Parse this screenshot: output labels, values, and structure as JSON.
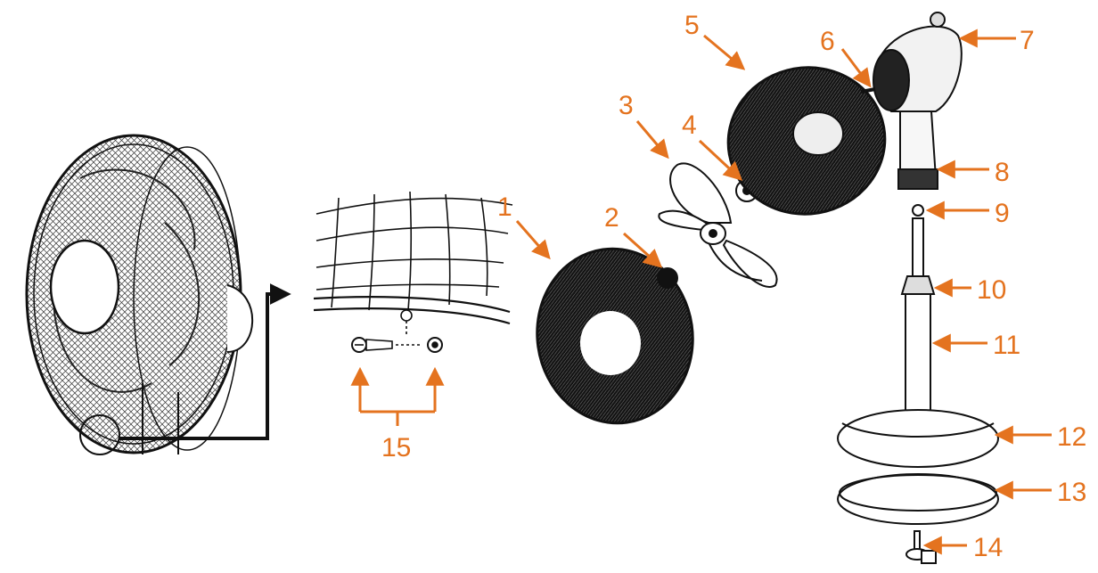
{
  "colors": {
    "callout": "#E4731F",
    "line": "#1a1a1a",
    "background": "#ffffff"
  },
  "parts": [
    {
      "number": "1",
      "name": "rear-grille"
    },
    {
      "number": "2",
      "name": "rear-grille-nut"
    },
    {
      "number": "3",
      "name": "fan-blade"
    },
    {
      "number": "4",
      "name": "blade-nut"
    },
    {
      "number": "5",
      "name": "front-grille"
    },
    {
      "number": "6",
      "name": "motor-shaft"
    },
    {
      "number": "7",
      "name": "motor-housing"
    },
    {
      "number": "8",
      "name": "neck-joint"
    },
    {
      "number": "9",
      "name": "inner-pole-top"
    },
    {
      "number": "10",
      "name": "height-collar"
    },
    {
      "number": "11",
      "name": "pole"
    },
    {
      "number": "12",
      "name": "base-upper"
    },
    {
      "number": "13",
      "name": "base-lower"
    },
    {
      "number": "14",
      "name": "base-screw"
    },
    {
      "number": "15",
      "name": "grille-clip-screw-and-nut"
    }
  ]
}
